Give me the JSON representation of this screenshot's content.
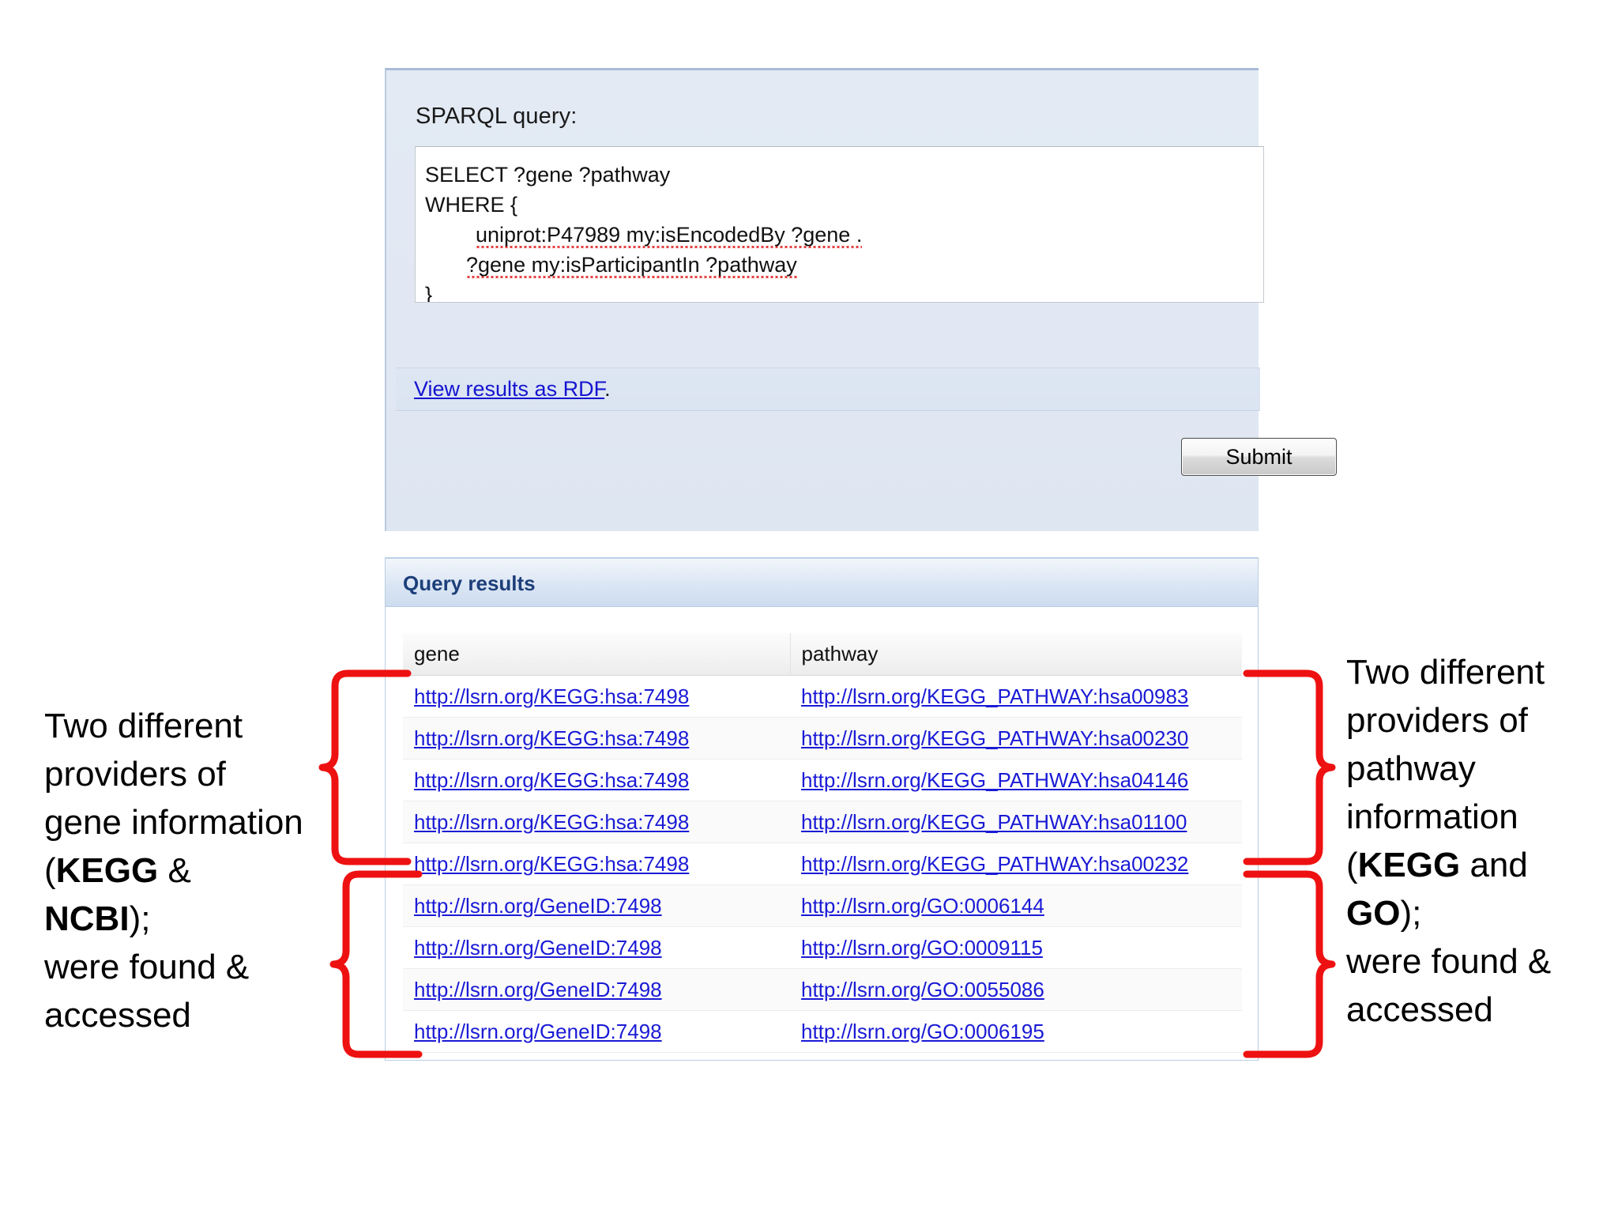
{
  "query_panel": {
    "label": "SPARQL query:",
    "query_lines": [
      {
        "text": "SELECT ?gene ?pathway",
        "indent": 0
      },
      {
        "text": "WHERE {",
        "indent": 0
      },
      {
        "text": "uniprot:P47989 my:isEncodedBy ?gene .",
        "indent": 1
      },
      {
        "text": "?gene my:isParticipantIn ?pathway",
        "indent": 2
      },
      {
        "text": "}",
        "indent": 0
      }
    ],
    "rdf_link_text": "View results as RDF",
    "rdf_trailing_text": ".",
    "submit_label": "Submit"
  },
  "results_panel": {
    "title": "Query results",
    "columns": [
      "gene",
      "pathway"
    ],
    "rows": [
      {
        "gene": "http://lsrn.org/KEGG:hsa:7498",
        "pathway": "http://lsrn.org/KEGG_PATHWAY:hsa00983"
      },
      {
        "gene": "http://lsrn.org/KEGG:hsa:7498",
        "pathway": "http://lsrn.org/KEGG_PATHWAY:hsa00230"
      },
      {
        "gene": "http://lsrn.org/KEGG:hsa:7498",
        "pathway": "http://lsrn.org/KEGG_PATHWAY:hsa04146"
      },
      {
        "gene": "http://lsrn.org/KEGG:hsa:7498",
        "pathway": "http://lsrn.org/KEGG_PATHWAY:hsa01100"
      },
      {
        "gene": "http://lsrn.org/KEGG:hsa:7498",
        "pathway": "http://lsrn.org/KEGG_PATHWAY:hsa00232"
      },
      {
        "gene": "http://lsrn.org/GeneID:7498",
        "pathway": "http://lsrn.org/GO:0006144"
      },
      {
        "gene": "http://lsrn.org/GeneID:7498",
        "pathway": "http://lsrn.org/GO:0009115"
      },
      {
        "gene": "http://lsrn.org/GeneID:7498",
        "pathway": "http://lsrn.org/GO:0055086"
      },
      {
        "gene": "http://lsrn.org/GeneID:7498",
        "pathway": "http://lsrn.org/GO:0006195"
      }
    ]
  },
  "annotations": {
    "left": {
      "part1": "Two different providers of gene information (",
      "bold1": "KEGG",
      "part2": " & ",
      "bold2": "NCBI",
      "part3": ");\nwere found & accessed"
    },
    "right": {
      "part1": "Two different providers of pathway information (",
      "bold1": "KEGG",
      "part2": " and ",
      "bold2": "GO",
      "part3": ");\nwere found & accessed"
    }
  },
  "colors": {
    "brace": "#ee1111",
    "link": "#1a1ad6",
    "panel_bg": "#e2e9f3",
    "results_title": "#1d3f7a"
  }
}
